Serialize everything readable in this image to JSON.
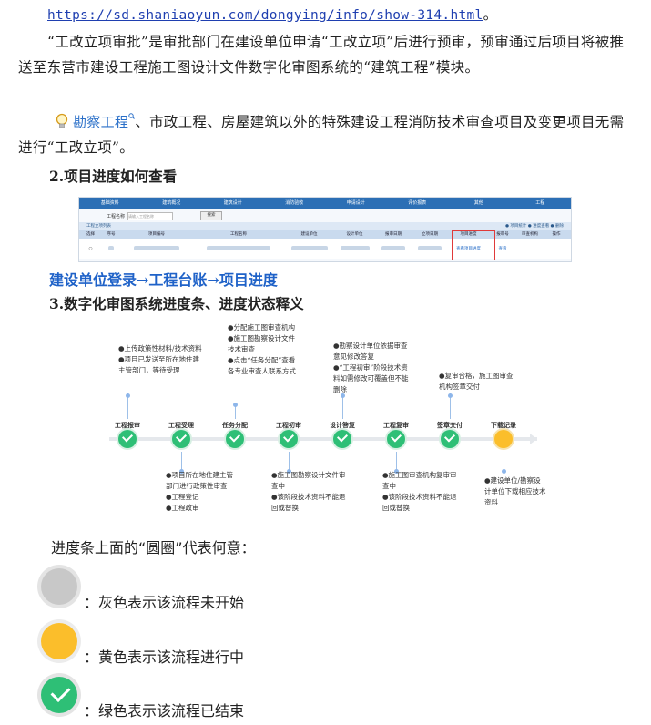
{
  "top": {
    "url": "https://sd.shaniaoyun.com/dongying/info/show-314.html",
    "url_tail": "。",
    "para1": "“工改立项审批”是审批部门在建设单位申请“工改立项”后进行预审，预审通过后项目将被推送至东营市建设工程施工图设计文件数字化审图系统的“建筑工程”模块。",
    "tip_keyword": "勘察工程",
    "tip_rest": "、市政工程、房屋建筑以外的特殊建设工程消防技术审查项目及变更项目无需进行“工改立项”。",
    "section2": "2.项目进度如何查看",
    "path": "建设单位登录→工程台账→项目进度",
    "section3": "3.数字化审图系统进度条、进度状态释义",
    "question": "进度条上面的“圆圈”代表何意："
  },
  "table_shot": {
    "menu": [
      "基础资料",
      "建筑概况",
      "建筑设计",
      "消防验收",
      "申请设计",
      "评价报表",
      "其他",
      "工程"
    ],
    "search_label": "工程名称",
    "search_placeholder": "请输入工程名称",
    "search_btn": "搜索",
    "bar_left": "工程立项列表",
    "bar_right": "● 项目统计  ● 进度查看  ● 删除",
    "headers": [
      "选择",
      "序号",
      "项目编号",
      "工程名称",
      "建设单位",
      "设计单位",
      "报审日期",
      "立项日期",
      "项目进度",
      "报审号",
      "审查机构",
      "操作"
    ],
    "row_progress": "查看项目进度",
    "row_action": "查看"
  },
  "progress": {
    "stages": [
      "工程报审",
      "工程受理",
      "任务分配",
      "工程初审",
      "设计答复",
      "工程复审",
      "签章交付",
      "下载记录"
    ],
    "notes_top": [
      "●上传政策性材料/技术资料\n●项目已发送至所在地住建主管部门，等待受理",
      "●分配施工图审查机构\n●施工图勘察设计文件技术审查\n●点击“任务分配”查看各专业审查人联系方式",
      "●勘察设计单位依据审查意见修改答复\n●“工程初审”阶段技术资料如需修改可覆盖但不能删除",
      "●复审合格，施工图审查机构签章交付"
    ],
    "notes_bottom": [
      "●项目所在地住建主管部门进行政策性审查\n●工程登记\n●工程政审",
      "●施工图勘察设计文件审查中\n●该阶段技术资料不能退回或替换",
      "●施工图审查机构复审审查中\n●该阶段技术资料不能退回或替换",
      "●建设单位/勘察设计单位下载相应技术资料"
    ]
  },
  "legend": {
    "gray": "：灰色表示该流程未开始",
    "yellow": "：黄色表示该流程进行中",
    "green": "：绿色表示该流程已结束"
  },
  "colors": {
    "green": "#2ebf76",
    "yellow": "#fbbe2b",
    "gray": "#c8c8c8",
    "link": "#1f62c8"
  }
}
